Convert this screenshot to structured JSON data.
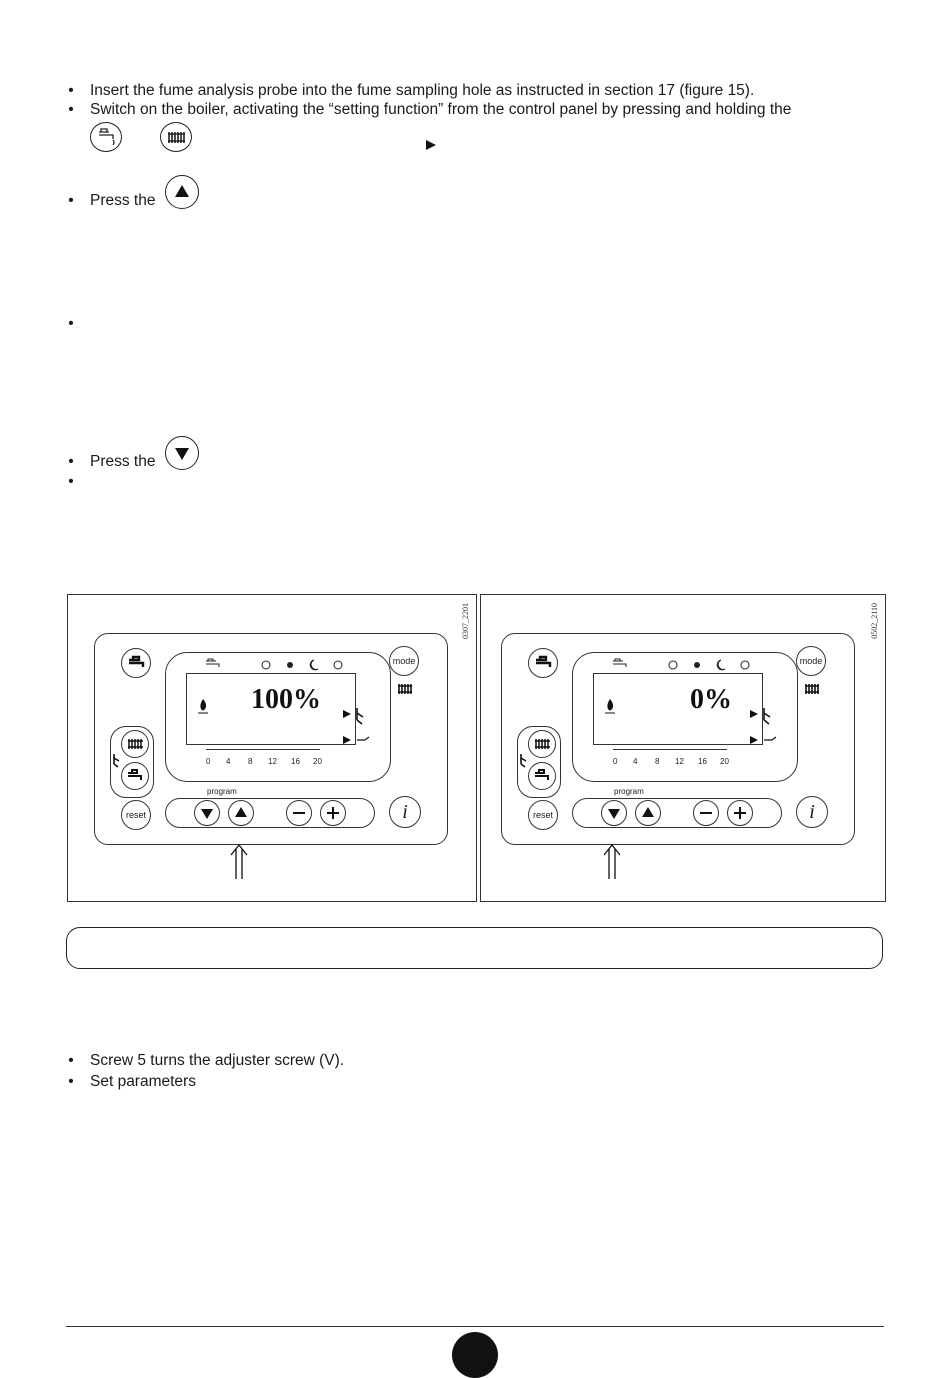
{
  "instructions": {
    "b1": "Insert the fume analysis probe into the fume sampling hole as instructed in section 17 (figure 15).",
    "b2": "Switch on the boiler, activating the “setting function” from the control panel by pressing and holding the",
    "b3": "Press the",
    "b5": "Press the"
  },
  "figures": [
    {
      "code": "0307_2201",
      "display_value": "100%",
      "program_label": "program",
      "mode_label": "mode",
      "reset_label": "reset",
      "info_label": "i",
      "ticks": [
        "0",
        "4",
        "8",
        "12",
        "16",
        "20"
      ]
    },
    {
      "code": "0502_2110",
      "display_value": "0%",
      "program_label": "program",
      "mode_label": "mode",
      "reset_label": "reset",
      "info_label": "i",
      "ticks": [
        "0",
        "4",
        "8",
        "12",
        "16",
        "20"
      ]
    }
  ],
  "steps": {
    "s1": "Screw 5 turns the adjuster screw (V).",
    "s2": "Set parameters"
  },
  "bullet_char": "•"
}
